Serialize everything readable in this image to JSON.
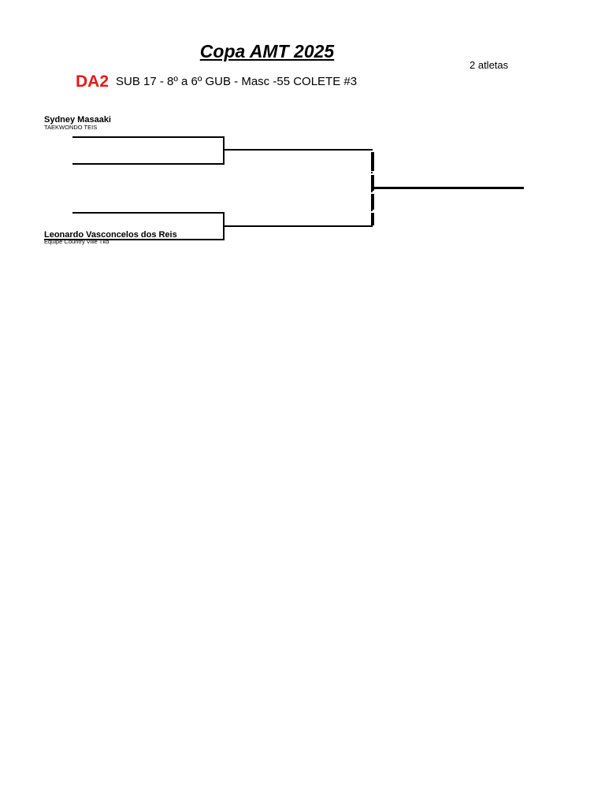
{
  "header": {
    "title": "Copa AMT 2025",
    "athlete_count": "2 atletas",
    "bracket_code": "DA2",
    "category": "SUB 17 - 8º a 6º GUB - Masc -55 COLETE #3"
  },
  "bracket": {
    "athletes": [
      {
        "name": "Sydney Masaaki",
        "team": "TAEKWONDO TEIS"
      },
      {
        "name": "Leonardo Vasconcelos dos Reis",
        "team": "Equipe Country Ville Tkd"
      }
    ]
  },
  "colors": {
    "accent": "#e31b17",
    "line": "#000000"
  }
}
